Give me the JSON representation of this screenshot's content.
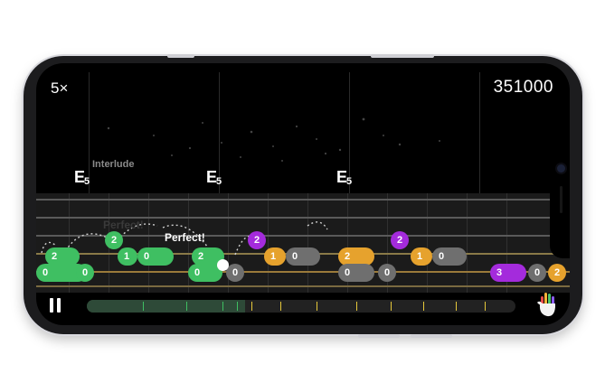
{
  "hud": {
    "multiplier": "5×",
    "score": "351000"
  },
  "section": {
    "label": "Interlude"
  },
  "chords": [
    {
      "root": "E",
      "sub": "5"
    },
    {
      "root": "E",
      "sub": "5"
    },
    {
      "root": "E",
      "sub": "5"
    }
  ],
  "feedback": {
    "text": "Perfect!",
    "ghost_text": "Perfect!"
  },
  "colors": {
    "hit": "#3fbf62",
    "upcoming_orange": "#e6a22d",
    "muted": "#6f6f6f",
    "accent": "#a42bdc"
  },
  "notes": {
    "n1": "2",
    "n2": "0",
    "n3": "0",
    "n4": "2",
    "n5": "1",
    "n6": "0",
    "n7": "2",
    "n8": "0",
    "n9": "0",
    "n10": "2",
    "n11": "1",
    "n12": "0",
    "n13": "2",
    "n14": "0",
    "n15": "0",
    "n16": "2",
    "n17": "1",
    "n18": "0",
    "n19": "3",
    "n20": "0",
    "n21": "2"
  },
  "controls": {
    "pause_icon": "pause-icon",
    "hand_icon": "hand-icon"
  },
  "progress": {
    "fraction": 0.37
  }
}
